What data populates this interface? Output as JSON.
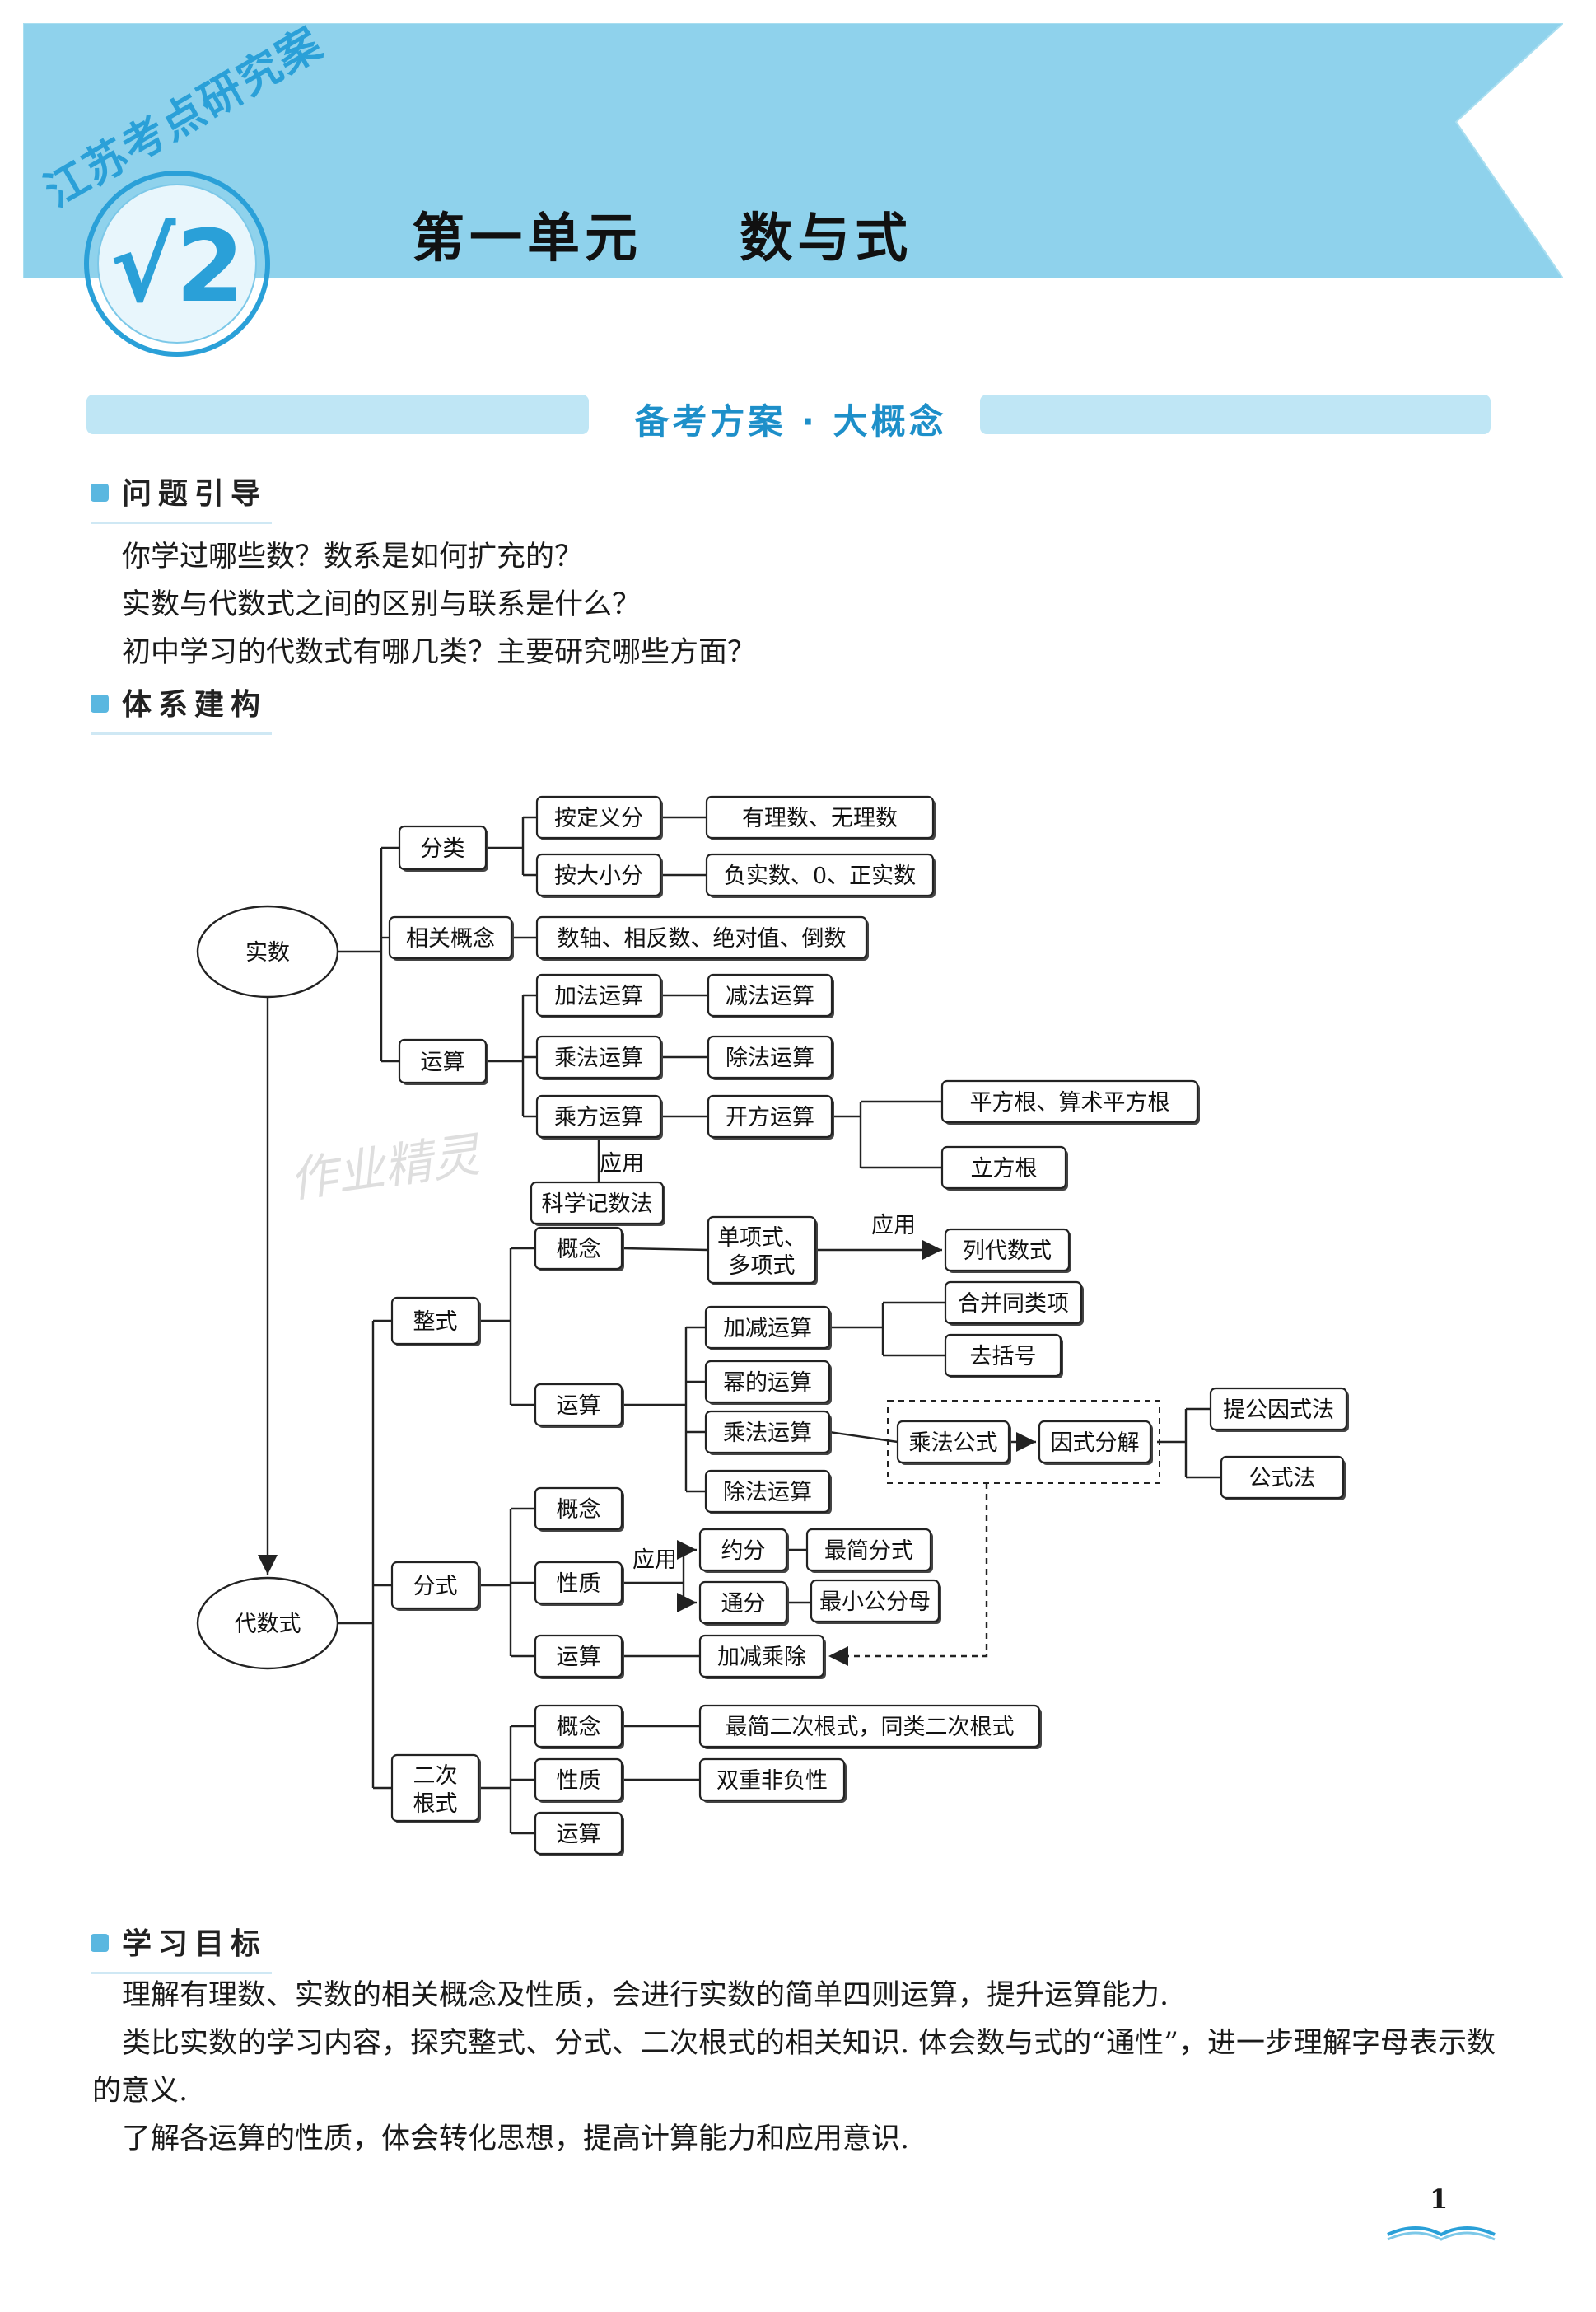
{
  "header": {
    "series_logo": "江苏考点研究案",
    "logo_mark": "√2",
    "unit_label": "第一单元",
    "unit_title": "数与式"
  },
  "banner": {
    "title": "备考方案 · 大概念"
  },
  "sections": {
    "questions": {
      "heading": "问题引导",
      "lines": [
        "你学过哪些数？数系是如何扩充的？",
        "实数与代数式之间的区别与联系是什么？",
        "初中学习的代数式有哪几类？主要研究哪些方面？"
      ]
    },
    "structure": {
      "heading": "体系建构"
    },
    "goals": {
      "heading": "学习目标",
      "paragraphs": [
        "理解有理数、实数的相关概念及性质，会进行实数的简单四则运算，提升运算能力.",
        "类比实数的学习内容，探究整式、分式、二次根式的相关知识. 体会数与式的“通性”，进一步理解字母表示数的意义.",
        "了解各运算的性质，体会转化思想，提高计算能力和应用意识."
      ]
    }
  },
  "mindmap": {
    "nodes": {
      "real": "实数",
      "alg": "代数式",
      "classify": "分类",
      "by_def": "按定义分",
      "rat_irr": "有理数、无理数",
      "by_size": "按大小分",
      "neg_pos": "负实数、0、正实数",
      "related": "相关概念",
      "related_items": "数轴、相反数、绝对值、倒数",
      "op_real": "运算",
      "add": "加法运算",
      "sub": "减法运算",
      "mul": "乘法运算",
      "div": "除法运算",
      "pow": "乘方运算",
      "root": "开方运算",
      "sqrt": "平方根、算术平方根",
      "cbrt": "立方根",
      "apply1": "应用",
      "sci": "科学记数法",
      "poly": "整式",
      "poly_concept": "概念",
      "mono_poly": "单项式、多项式",
      "apply2": "应用",
      "list_expr": "列代数式",
      "poly_op": "运算",
      "addsub": "加减运算",
      "combine": "合并同类项",
      "brackets": "去括号",
      "powop": "幂的运算",
      "mulop": "乘法运算",
      "mulformula": "乘法公式",
      "factor": "因式分解",
      "common": "提公因式法",
      "formula": "公式法",
      "divop": "除法运算",
      "frac": "分式",
      "frac_concept": "概念",
      "frac_prop": "性质",
      "apply3": "应用",
      "reduce": "约分",
      "simplest": "最简分式",
      "common_den": "通分",
      "lcd": "最小公分母",
      "frac_op": "运算",
      "four_ops": "加减乘除",
      "radical": "二次根式",
      "rad_concept": "概念",
      "rad_simple": "最简二次根式，同类二次根式",
      "rad_prop": "性质",
      "nonneg": "双重非负性",
      "rad_op": "运算"
    }
  },
  "watermark": "作业精灵",
  "page_number": "1"
}
